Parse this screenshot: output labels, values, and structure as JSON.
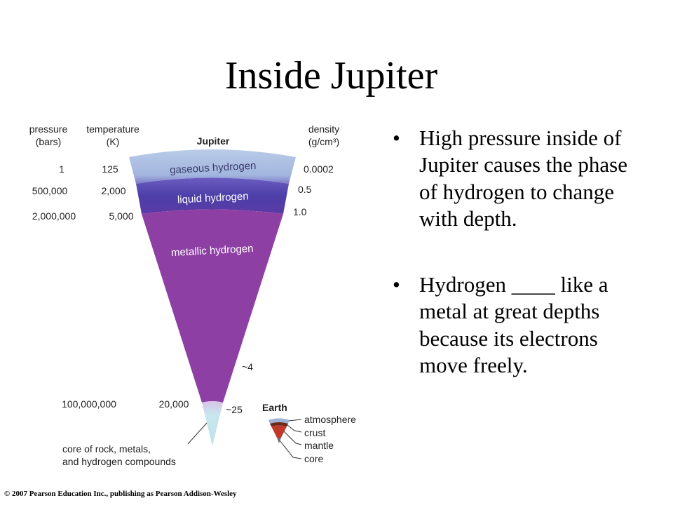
{
  "slide": {
    "title": "Inside Jupiter",
    "copyright": "© 2007 Pearson Education Inc., publishing as Pearson Addison-Wesley",
    "bullets": [
      "High pressure inside of Jupiter causes the phase of hydrogen to change with depth.",
      "Hydrogen ____ like a metal at great depths because its electrons move freely."
    ]
  },
  "diagram": {
    "headers": {
      "pressure": [
        "pressure",
        "(bars)"
      ],
      "temperature": [
        "temperature",
        "(K)"
      ],
      "jupiter": "Jupiter",
      "density": [
        "density",
        "(g/cm³)"
      ]
    },
    "rows": [
      {
        "pressure": "1",
        "temperature": "125",
        "density": "0.0002"
      },
      {
        "pressure": "500,000",
        "temperature": "2,000",
        "density": "0.5"
      },
      {
        "pressure": "2,000,000",
        "temperature": "5,000",
        "density": "1.0"
      }
    ],
    "deep": {
      "density_mid": "~4",
      "pressure": "100,000,000",
      "temperature": "20,000",
      "density": "~25"
    },
    "layers": {
      "gaseous": "gaseous hydrogen",
      "liquid": "liquid hydrogen",
      "metallic": "metallic hydrogen"
    },
    "core_label": [
      "core of rock, metals,",
      "and hydrogen compounds"
    ],
    "earth": {
      "title": "Earth",
      "layers": [
        "atmosphere",
        "crust",
        "mantle",
        "core"
      ]
    },
    "colors": {
      "gaseous": "#a7bde0",
      "liquid": "#5a48b0",
      "metallic": "#8e3fa3",
      "core": "#c4e6ec",
      "earth_crust": "#c0392b"
    }
  }
}
